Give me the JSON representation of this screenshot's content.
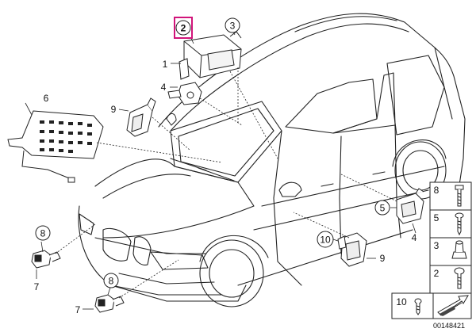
{
  "callouts": {
    "c1": "1",
    "c2": "2",
    "c3": "3",
    "c4a": "4",
    "c4b": "4",
    "c5": "5",
    "c6": "6",
    "c7a": "7",
    "c7b": "7",
    "c8a": "8",
    "c8b": "8",
    "c9a": "9",
    "c9b": "9",
    "c10": "10"
  },
  "selected_callout": "2",
  "highlight_color": "#d1147a",
  "fastener_table": {
    "rows": [
      {
        "label": "8",
        "icon": "bolt-icon"
      },
      {
        "label": "5",
        "icon": "screw-icon"
      },
      {
        "label": "3",
        "icon": "nut-icon"
      },
      {
        "label": "2",
        "icon": "bolt-icon"
      }
    ],
    "bottom_label": "10",
    "bottom_icon": "screw-icon"
  },
  "diagram_code": "00148421"
}
